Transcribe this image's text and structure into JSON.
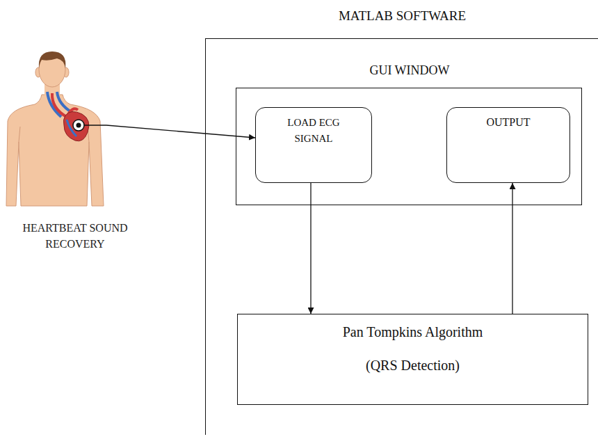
{
  "diagram": {
    "nodes": [
      {
        "text": [
          "HEARTBEAT SOUND RECOVERY"
        ]
      },
      {
        "text": [
          "MATLAB SOFTWARE"
        ]
      },
      {
        "text": [
          "GUI WINDOW"
        ],
        "in": 1
      },
      {
        "text": [
          "LOAD ECG SIGNAL"
        ],
        "in": 2
      },
      {
        "text": [
          "OUTPUT"
        ],
        "in": 2
      },
      {
        "text": [
          "Pan Tompkins Algorithm",
          "(QRS Detection)"
        ],
        "in": 1
      }
    ],
    "edges": [
      {
        "from": 0,
        "to": 3,
        "arrow": "to"
      },
      {
        "from": 3,
        "to": 5,
        "arrow": "to"
      },
      {
        "from": 5,
        "to": 4,
        "arrow": "to"
      }
    ]
  }
}
